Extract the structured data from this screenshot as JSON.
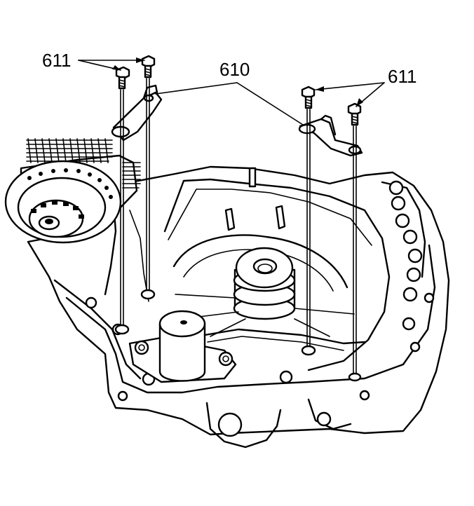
{
  "callouts": {
    "bolts_left": "611",
    "brackets": "610",
    "bolts_right": "611"
  }
}
